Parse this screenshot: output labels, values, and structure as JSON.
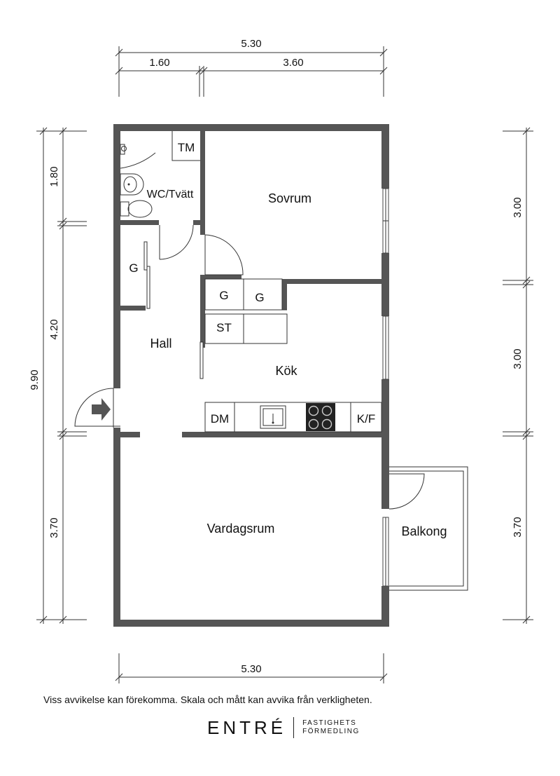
{
  "rooms": {
    "wc": "WC/Tvätt",
    "tm": "TM",
    "sovrum": "Sovrum",
    "g_closet": "G",
    "hall": "Hall",
    "g1": "G",
    "g2": "G",
    "st": "ST",
    "kok": "Kök",
    "dm": "DM",
    "kf": "K/F",
    "vardagsrum": "Vardagsrum",
    "balkong": "Balkong"
  },
  "dimensions": {
    "top_total": "5.30",
    "top_left": "1.60",
    "top_right": "3.60",
    "bottom_total": "5.30",
    "left_total": "9.90",
    "left_top": "1.80",
    "left_mid": "4.20",
    "left_bottom": "3.70",
    "right_top": "3.00",
    "right_mid": "3.00",
    "right_bottom": "3.70"
  },
  "disclaimer": "Viss avvikelse kan förekomma. Skala och mått kan avvika från verkligheten.",
  "logo": {
    "main": "ENTRÉ",
    "sub_line1": "FASTIGHETS",
    "sub_line2": "FÖRMEDLING"
  },
  "colors": {
    "wall": "#555555",
    "line": "#333333",
    "background": "#ffffff"
  }
}
